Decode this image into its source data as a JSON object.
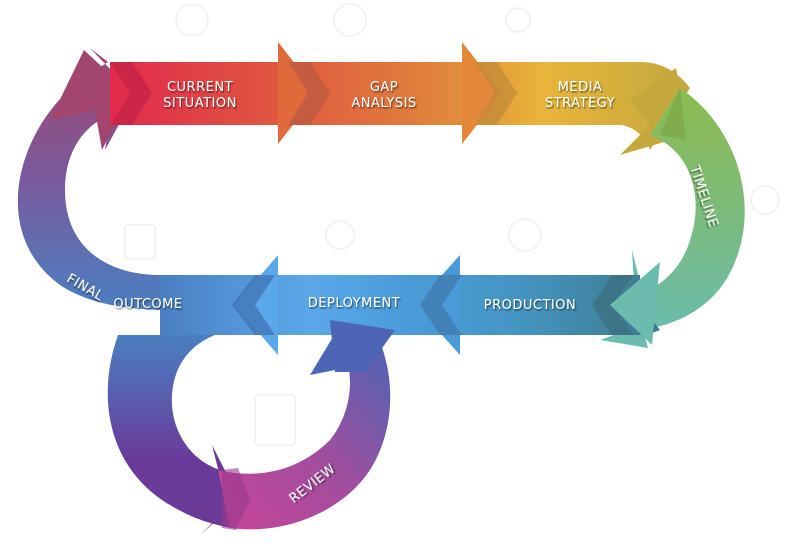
{
  "diagram": {
    "type": "process-cycle",
    "stages": [
      {
        "id": "current-situation",
        "lines": [
          "CURRENT",
          "SITUATION"
        ],
        "color_start": "#e12a4d",
        "color_end": "#e35a3e"
      },
      {
        "id": "gap-analysis",
        "lines": [
          "GAP",
          "ANALYSIS"
        ],
        "color_start": "#d96a45",
        "color_end": "#e08a3a"
      },
      {
        "id": "media-strategy",
        "lines": [
          "MEDIA",
          "STRATEGY"
        ],
        "color_start": "#e7b63a",
        "color_end": "#c8a93e"
      },
      {
        "id": "timeline",
        "lines": [
          "TIMELINE"
        ],
        "color_start": "#8dbb55",
        "color_end": "#6bbcae"
      },
      {
        "id": "production",
        "lines": [
          "PRODUCTION"
        ],
        "color_start": "#4a9ed0",
        "color_end": "#3f7e8f"
      },
      {
        "id": "deployment",
        "lines": [
          "DEPLOYMENT"
        ],
        "color_start": "#5aa7e8",
        "color_end": "#4f8fd0"
      },
      {
        "id": "review",
        "lines": [
          "REVIEW"
        ],
        "color_start": "#c2459b",
        "color_end": "#4d65b4"
      },
      {
        "id": "final-outcome",
        "lines": [
          "FINAL",
          "OUTCOME"
        ],
        "color_start": "#4a7fc2",
        "color_end": "#a2456f"
      }
    ]
  }
}
